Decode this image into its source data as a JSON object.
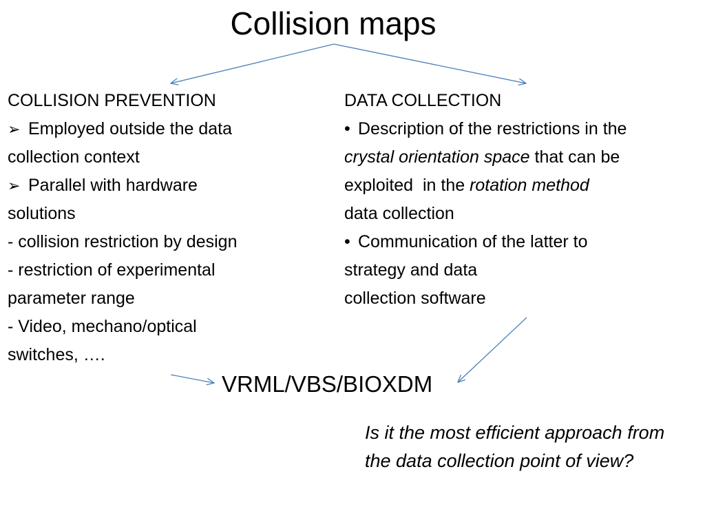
{
  "slide": {
    "title": "Collision maps"
  },
  "left_column": {
    "heading": "COLLISION PREVENTION",
    "bullet_symbol": "➢",
    "items": [
      {
        "type": "arrow",
        "first_line": "Employed outside the data",
        "continuation": "collection context"
      },
      {
        "type": "arrow",
        "first_line": "Parallel with hardware",
        "continuation": "solutions"
      },
      {
        "type": "dash",
        "text": "- collision restriction by design"
      },
      {
        "type": "dash",
        "text": "- restriction of experimental",
        "continuation": "parameter range"
      },
      {
        "type": "dash",
        "text": "- Video, mechano/optical",
        "continuation": "switches, …."
      }
    ]
  },
  "right_column": {
    "heading": "DATA COLLECTION",
    "bullet_symbol": "•",
    "item1": {
      "line1": "Description of the restrictions in the",
      "line2_italic": "crystal orientation space",
      "line2_rest": " that can be",
      "line3_start": "exploited  in the ",
      "line3_italic": "rotation method",
      "line4": "data collection"
    },
    "item2": {
      "line1": "Communication of the latter to",
      "line2": "strategy and data",
      "line3": "collection software"
    }
  },
  "format_label": "VRML/VBS/BIOXDM",
  "question": "Is it the most efficient approach from the data collection point of view?",
  "colors": {
    "arrow": "#4a7ebb",
    "text": "#000000",
    "background": "#ffffff"
  }
}
